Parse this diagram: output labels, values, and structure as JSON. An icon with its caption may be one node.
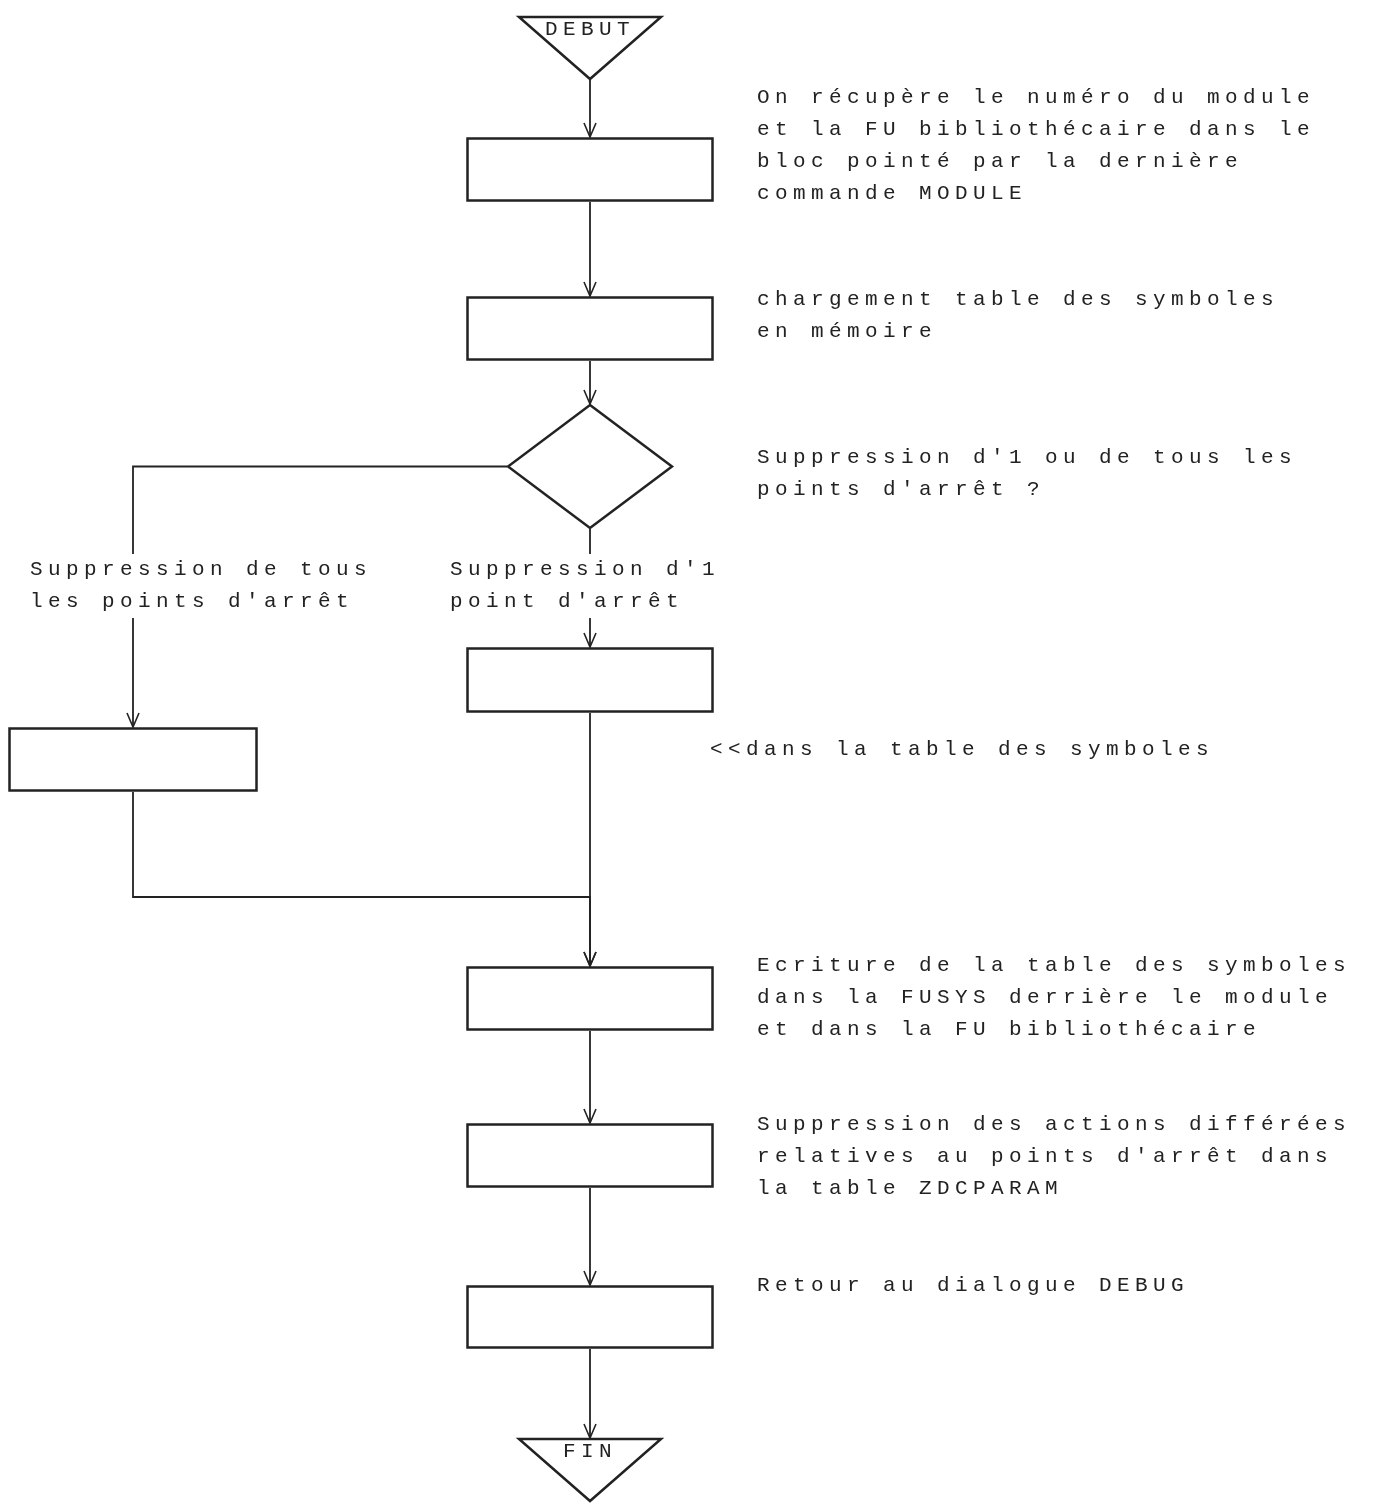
{
  "diagram": {
    "nodes": [
      {
        "text": [
          "DEBUT"
        ]
      },
      {
        "text": [],
        "shape": "box",
        "beside": [
          "On récupère le numéro du module et la FU bibliothécaire dans le bloc pointé par la dernière commande MODULE"
        ]
      },
      {
        "text": [],
        "shape": "box",
        "beside": [
          "chargement table des symboles en mémoire"
        ]
      },
      {
        "text": [],
        "shape": "diamond"
      },
      {
        "text": [],
        "shape": "box",
        "beside": [
          "<<dans la table des symboles"
        ]
      },
      {
        "text": [],
        "shape": "box"
      },
      {
        "text": [],
        "shape": "box",
        "beside": [
          "Ecriture de la table des symboles dans la FUSYS derrière le module et dans la FU bibliothécaire"
        ]
      },
      {
        "text": [],
        "shape": "box",
        "beside": [
          "Suppression des actions différées relatives au points d'arrêt dans la table ZDCPARAM"
        ]
      },
      {
        "text": [],
        "shape": "box",
        "beside": [
          "Retour au dialogue DEBUG"
        ]
      },
      {
        "text": [
          "FIN"
        ]
      }
    ],
    "edges": [
      {
        "from": 0,
        "to": 1,
        "arrow": "to"
      },
      {
        "from": 1,
        "to": 2,
        "arrow": "to"
      },
      {
        "from": 2,
        "to": 3,
        "arrow": "to"
      },
      {
        "from": 3,
        "to": 5,
        "arrow": "to",
        "label": "Suppression de tous les points d'arrêt"
      },
      {
        "from": 3,
        "to": 4,
        "arrow": "to",
        "label": "Suppression d'1 point d'arrêt"
      },
      {
        "from": 4,
        "to": 6,
        "arrow": "to"
      },
      {
        "from": 5,
        "to": 6,
        "arrow": "to"
      },
      {
        "from": 6,
        "to": 7,
        "arrow": "to"
      },
      {
        "from": 7,
        "to": 8,
        "arrow": "to"
      },
      {
        "from": 8,
        "to": 9,
        "arrow": "to"
      }
    ],
    "labels": [
      "Suppression d'1 ou de tous les points d'arrêt ?"
    ]
  }
}
